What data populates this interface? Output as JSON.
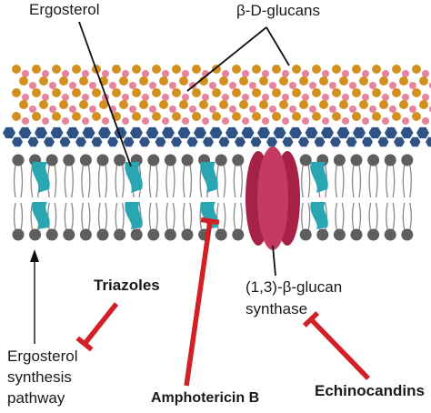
{
  "labels": {
    "ergosterol": "Ergosterol",
    "glucans": "β-D-glucans",
    "triazoles": "Triazoles",
    "glucan_synthase_line1": "(1,3)-β-glucan",
    "glucan_synthase_line2": "synthase",
    "ergosterol_pathway_line1": "Ergosterol",
    "ergosterol_pathway_line2": "synthesis",
    "ergosterol_pathway_line3": "pathway",
    "amphotericin": "Amphotericin B",
    "echinocandins": "Echinocandins"
  },
  "colors": {
    "glucan_orange": "#d4901f",
    "glucan_pink": "#e8839c",
    "mannoprotein_blue": "#2f5287",
    "lipid_head_gray": "#5e5e5e",
    "ergosterol_teal": "#2aa6b3",
    "synthase_crimson": "#a52146",
    "inhibitor_red": "#d32027",
    "pointer_line": "#111111"
  }
}
